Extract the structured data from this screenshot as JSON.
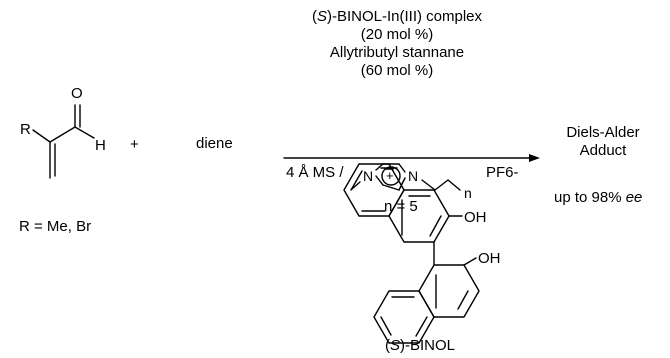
{
  "scheme": {
    "substrate": {
      "r_label": "R",
      "o_label": "O",
      "h_label": "H",
      "r_definition": "R = Me, Br"
    },
    "plus_sign": "+",
    "diene_label": "diene",
    "conditions": {
      "catalyst_italic": "S",
      "catalyst_rest": "-BINOL-In(III) complex",
      "catalyst_loading": "(20 mol %)",
      "reagent": "Allytributyl stannane",
      "reagent_loading": "(60 mol %)",
      "sieves": "4 Å MS /",
      "ionic_liquid": {
        "n_atom_left": "N",
        "n_atom_right": "N",
        "charge": "+",
        "chain_index": "n",
        "counter_ion": "PF6-",
        "n_value": "n = 5"
      }
    },
    "product": {
      "line1": "Diels-Alder",
      "line2": "Adduct",
      "ee_prefix": "up to 98% ",
      "ee_italic": "ee"
    },
    "binol": {
      "oh_top": "OH",
      "oh_bottom": "OH",
      "caption_italic": "S",
      "caption_rest": "-BINOL"
    }
  }
}
